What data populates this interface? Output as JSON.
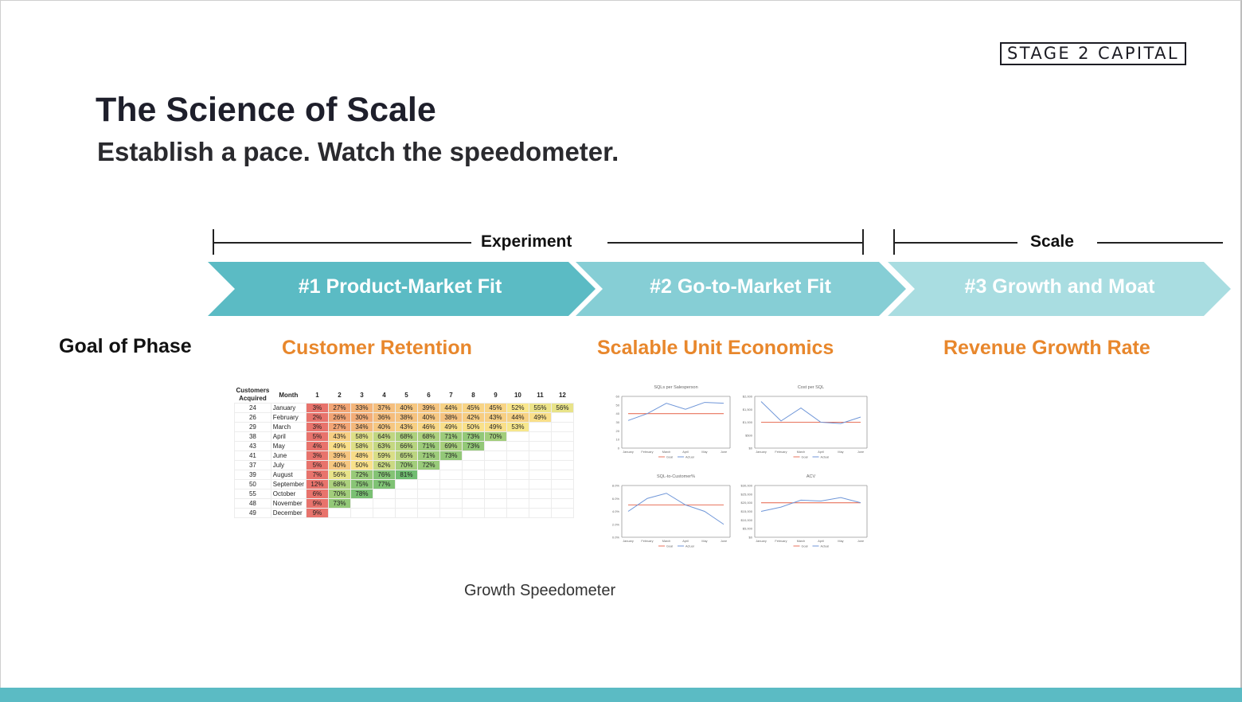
{
  "logo": "STAGE 2 CAPITAL",
  "title": "The Science of Scale",
  "subtitle": "Establish a pace.  Watch the speedometer.",
  "brackets": {
    "experiment": "Experiment",
    "scale": "Scale"
  },
  "phases": [
    {
      "label": "#1 Product-Market Fit",
      "color": "#5bbbc4"
    },
    {
      "label": "#2 Go-to-Market Fit",
      "color": "#86ced5"
    },
    {
      "label": "#3 Growth and Moat",
      "color": "#a9dde1"
    }
  ],
  "goal_label": "Goal of Phase",
  "goals": [
    "Customer Retention",
    "Scalable Unit Economics",
    "Revenue Growth Rate"
  ],
  "caption": "Growth Speedometer",
  "colors": {
    "accent_orange": "#e8872c",
    "teal": "#5bbbc4"
  },
  "cohort_table": {
    "header_customers": "Customers Acquired",
    "header_month": "Month",
    "columns": [
      "1",
      "2",
      "3",
      "4",
      "5",
      "6",
      "7",
      "8",
      "9",
      "10",
      "11",
      "12"
    ],
    "rows": [
      {
        "customers": "24",
        "month": "January",
        "values": [
          "3%",
          "27%",
          "33%",
          "37%",
          "40%",
          "39%",
          "44%",
          "45%",
          "45%",
          "52%",
          "55%",
          "56%"
        ]
      },
      {
        "customers": "26",
        "month": "February",
        "values": [
          "2%",
          "26%",
          "30%",
          "36%",
          "38%",
          "40%",
          "38%",
          "42%",
          "43%",
          "44%",
          "49%"
        ]
      },
      {
        "customers": "29",
        "month": "March",
        "values": [
          "3%",
          "27%",
          "34%",
          "40%",
          "43%",
          "46%",
          "49%",
          "50%",
          "49%",
          "53%"
        ]
      },
      {
        "customers": "38",
        "month": "April",
        "values": [
          "5%",
          "43%",
          "58%",
          "64%",
          "68%",
          "68%",
          "71%",
          "73%",
          "70%"
        ]
      },
      {
        "customers": "43",
        "month": "May",
        "values": [
          "4%",
          "49%",
          "58%",
          "63%",
          "66%",
          "71%",
          "69%",
          "73%"
        ]
      },
      {
        "customers": "41",
        "month": "June",
        "values": [
          "3%",
          "39%",
          "48%",
          "59%",
          "65%",
          "71%",
          "73%"
        ]
      },
      {
        "customers": "37",
        "month": "July",
        "values": [
          "5%",
          "40%",
          "50%",
          "62%",
          "70%",
          "72%"
        ]
      },
      {
        "customers": "39",
        "month": "August",
        "values": [
          "7%",
          "56%",
          "72%",
          "76%",
          "81%"
        ]
      },
      {
        "customers": "50",
        "month": "September",
        "values": [
          "12%",
          "68%",
          "75%",
          "77%"
        ]
      },
      {
        "customers": "55",
        "month": "October",
        "values": [
          "6%",
          "70%",
          "78%"
        ]
      },
      {
        "customers": "48",
        "month": "November",
        "values": [
          "9%",
          "73%"
        ]
      },
      {
        "customers": "49",
        "month": "December",
        "values": [
          "9%"
        ]
      }
    ]
  },
  "mini_charts": [
    {
      "title": "SQLs per Salesperson",
      "yticks": [
        "60",
        "50",
        "40",
        "30",
        "20",
        "10",
        "0"
      ],
      "ymax": 60,
      "goal": 40,
      "actual": [
        32,
        40,
        52,
        45,
        53,
        52
      ],
      "months": [
        "January",
        "February",
        "March",
        "April",
        "May",
        "June"
      ],
      "legend": [
        "Goal",
        "Actual"
      ]
    },
    {
      "title": "Cost per SQL",
      "yticks": [
        "$2,000",
        "$1,500",
        "$1,000",
        "$500",
        "$0"
      ],
      "ymax": 2000,
      "goal": 1000,
      "actual": [
        1800,
        1050,
        1550,
        1000,
        950,
        1200
      ],
      "months": [
        "January",
        "February",
        "March",
        "April",
        "May",
        "June"
      ],
      "legend": [
        "Goal",
        "Actual"
      ]
    },
    {
      "title": "SQL-to-Customer%",
      "yticks": [
        "8.0%",
        "6.0%",
        "4.0%",
        "2.0%",
        "0.0%"
      ],
      "ymax": 8,
      "goal": 5,
      "actual": [
        4.0,
        6.0,
        6.8,
        5.0,
        4.0,
        2.0
      ],
      "months": [
        "January",
        "February",
        "March",
        "April",
        "May",
        "June"
      ],
      "legend": [
        "Goal",
        "Actual"
      ]
    },
    {
      "title": "ACV",
      "yticks": [
        "$30,000",
        "$25,000",
        "$20,000",
        "$15,000",
        "$10,000",
        "$5,000",
        "$0"
      ],
      "ymax": 30000,
      "goal": 20000,
      "actual": [
        15000,
        17500,
        21500,
        21000,
        23000,
        20000
      ],
      "months": [
        "January",
        "February",
        "March",
        "April",
        "May",
        "June"
      ],
      "legend": [
        "Goal",
        "Actual"
      ]
    }
  ]
}
